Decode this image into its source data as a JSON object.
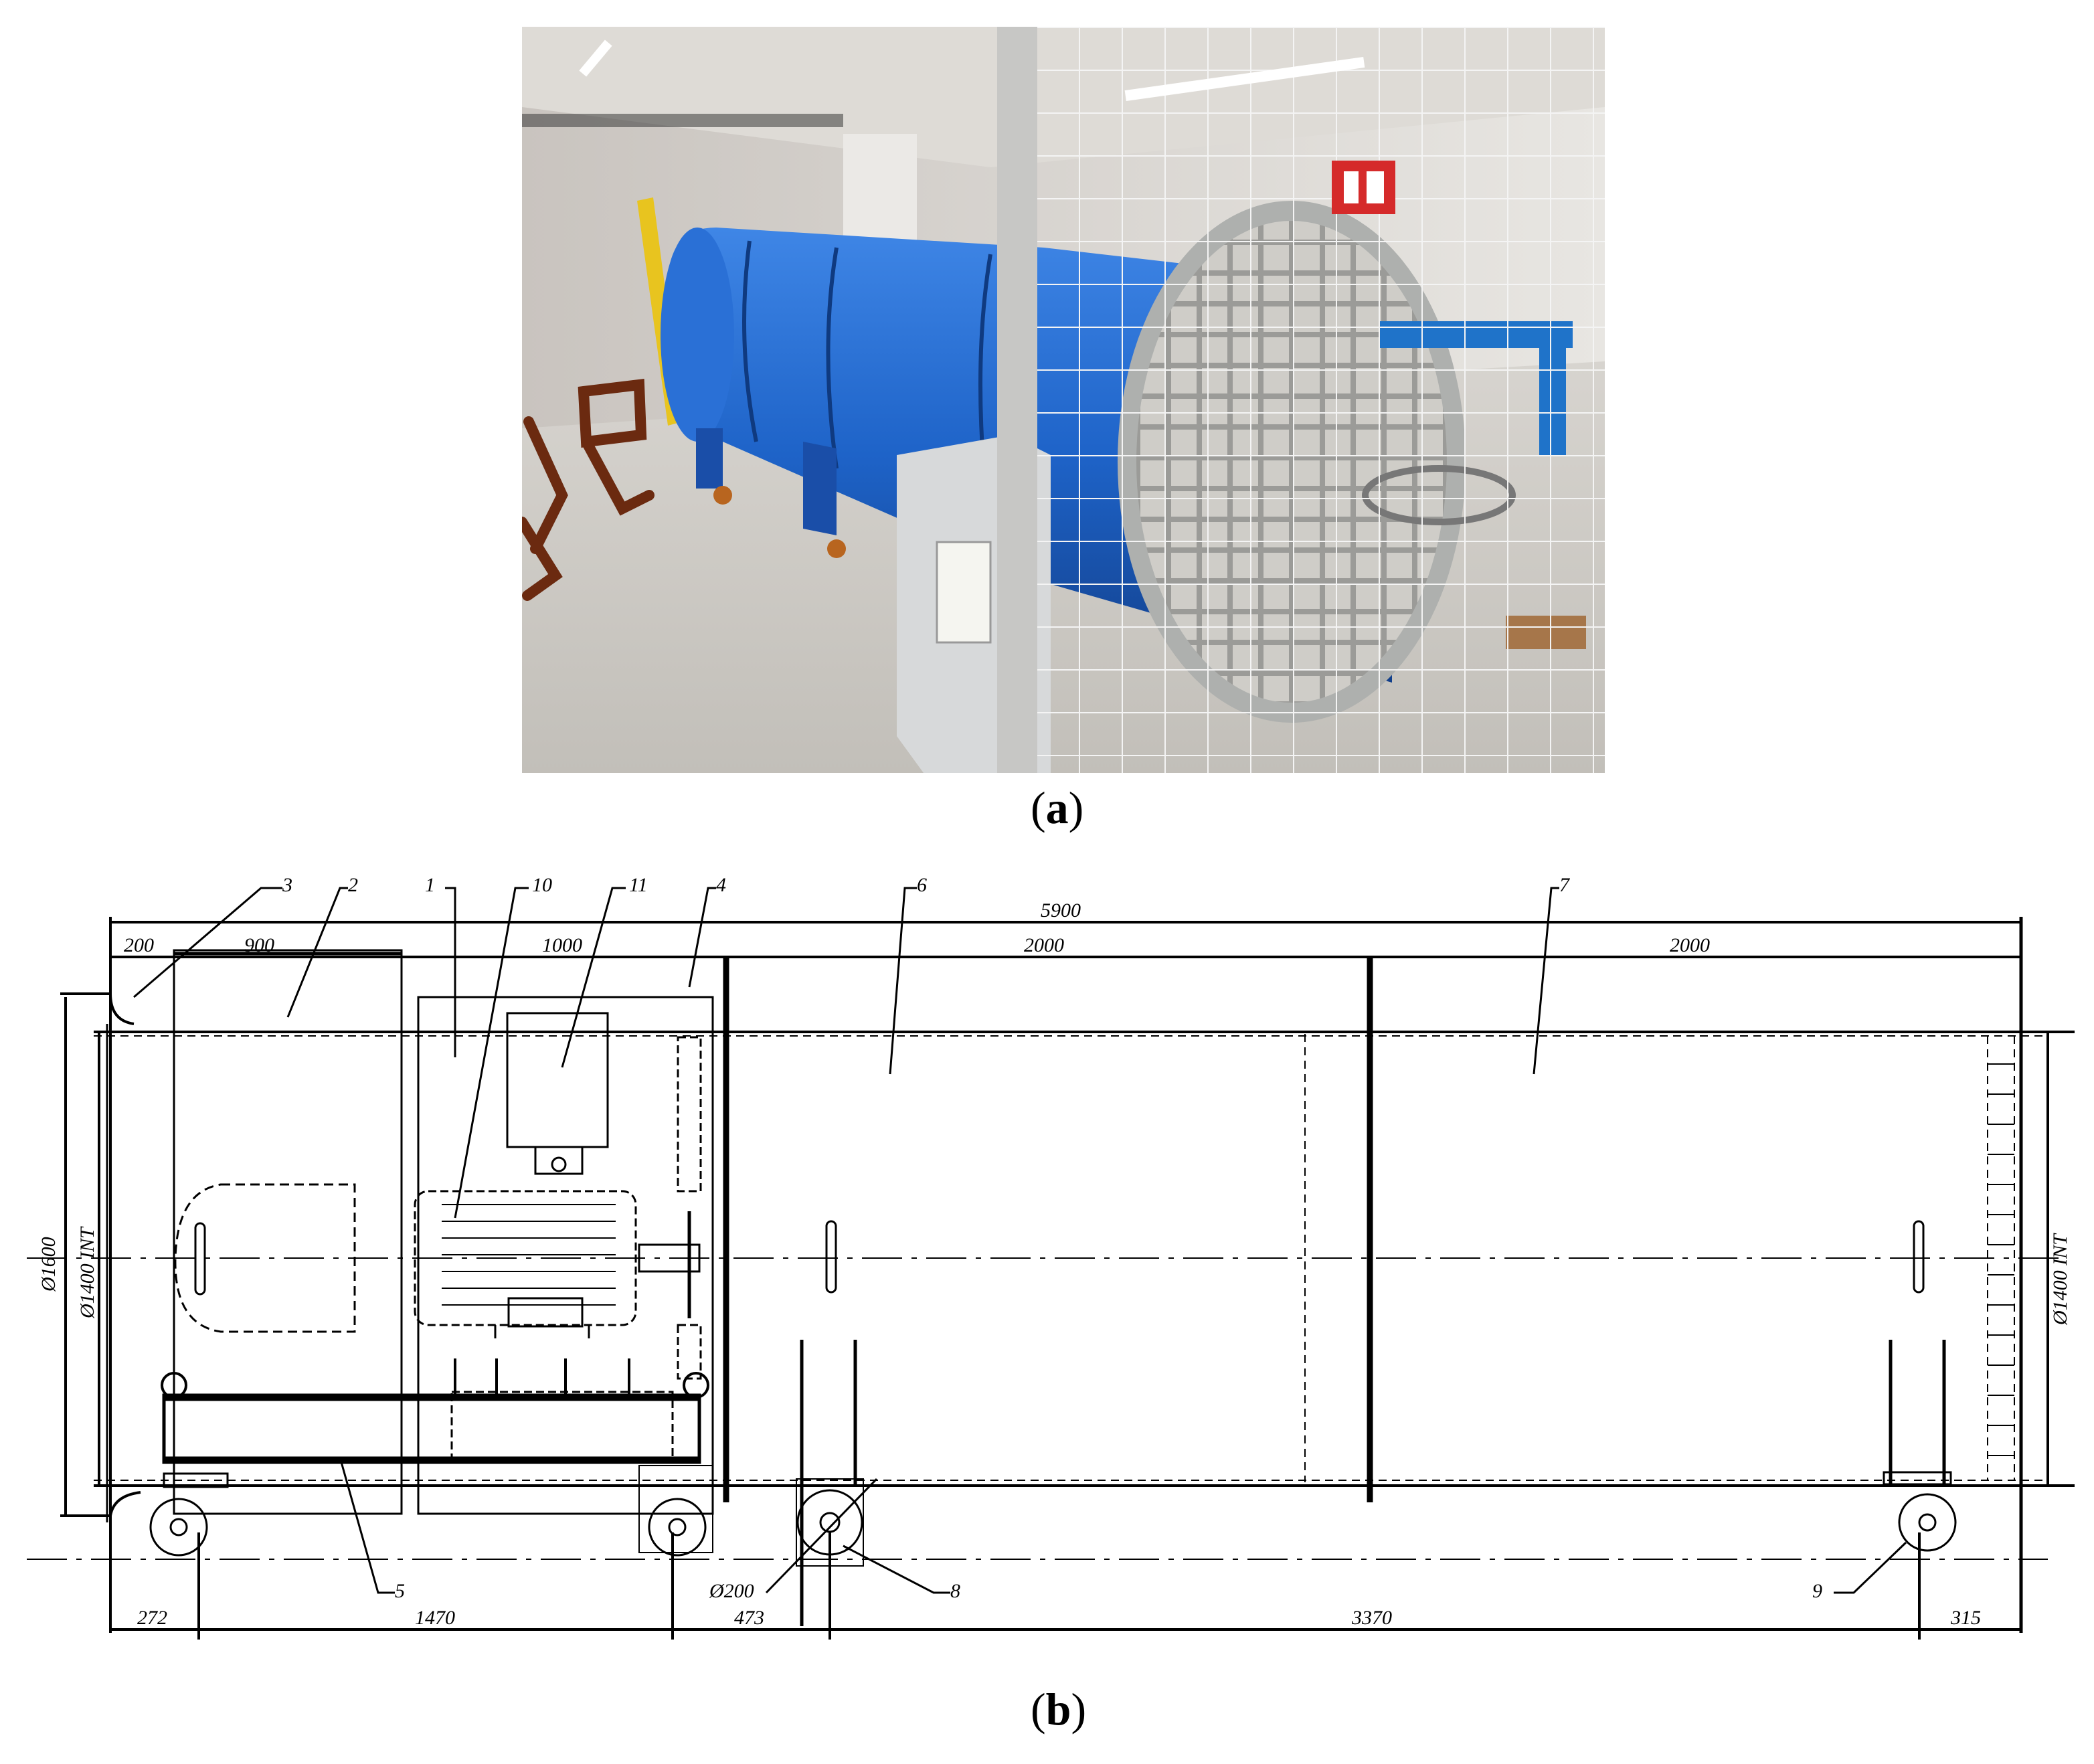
{
  "figure": {
    "panel_a_label": "a",
    "panel_b_label": "b"
  },
  "drawing": {
    "part_numbers": [
      "3",
      "2",
      "1",
      "10",
      "11",
      "4",
      "6",
      "7",
      "5",
      "8",
      "9"
    ],
    "dimensions_top": {
      "overall": "5900",
      "seg_200": "200",
      "seg_900": "900",
      "seg_1000": "1000",
      "seg_2000_a": "2000",
      "seg_2000_b": "2000"
    },
    "dimensions_bottom": {
      "d272": "272",
      "d1470": "1470",
      "d473": "473",
      "d3370": "3370",
      "d315": "315"
    },
    "diameters": {
      "outer": "Ø1600",
      "inner_left": "Ø1400 INT",
      "inner_right": "Ø1400 INT",
      "wheel": "Ø200"
    }
  },
  "colors": {
    "tunnel_blue": "#1e63c8",
    "line": "#000000"
  }
}
